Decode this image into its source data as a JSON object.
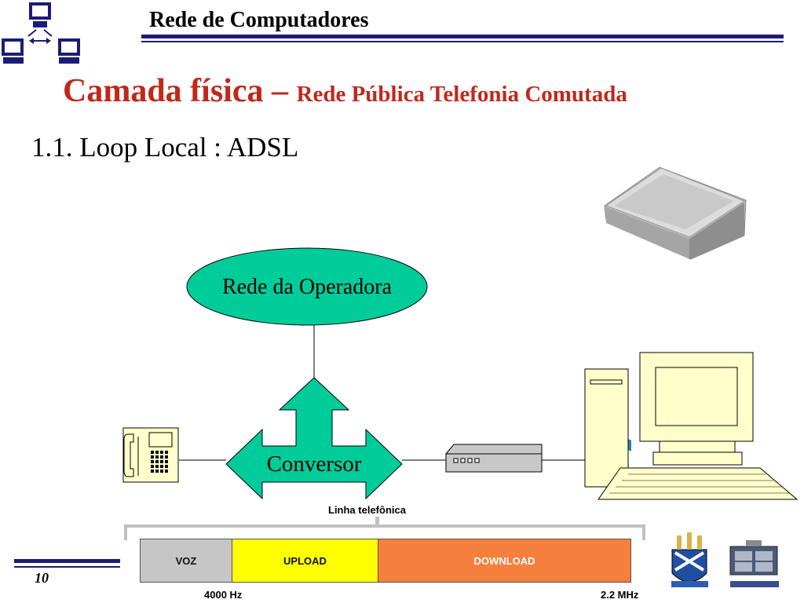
{
  "header": {
    "title": "Rede de Computadores"
  },
  "slide": {
    "title_main": "Camada física – ",
    "title_sub": "Rede Pública Telefonia Comutada",
    "section": "1.1. Loop Local : ADSL"
  },
  "diagram": {
    "operator_network": "Rede da Operadora",
    "converter": "Conversor"
  },
  "spectrum": {
    "line_label": "Linha telefônica",
    "bands": [
      "VOZ",
      "UPLOAD",
      "DOWNLOAD"
    ],
    "freq_left": "4000 Hz",
    "freq_right": "2.2 MHz"
  },
  "footer": {
    "page_number": "10"
  },
  "colors": {
    "navy": "#1c1c78",
    "title_red": "#c0281c",
    "ellipse_green": "#00cc99",
    "voz": "#c6c6c6",
    "upload": "#ffff00",
    "download": "#f5803e"
  }
}
